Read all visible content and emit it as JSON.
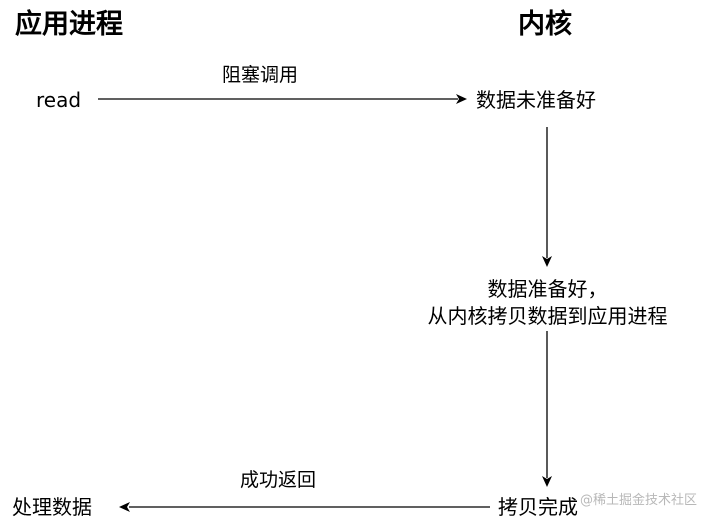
{
  "headings": {
    "left": "应用进程",
    "right": "内核"
  },
  "nodes": {
    "read": "read",
    "data_not_ready": "数据未准备好",
    "data_ready_line1": "数据准备好，",
    "data_ready_line2": "从内核拷贝数据到应用进程",
    "copy_done": "拷贝完成",
    "process_data": "处理数据"
  },
  "edges": {
    "blocking_call": "阻塞调用",
    "return_success": "成功返回"
  },
  "watermark": "@稀土掘金技术社区"
}
